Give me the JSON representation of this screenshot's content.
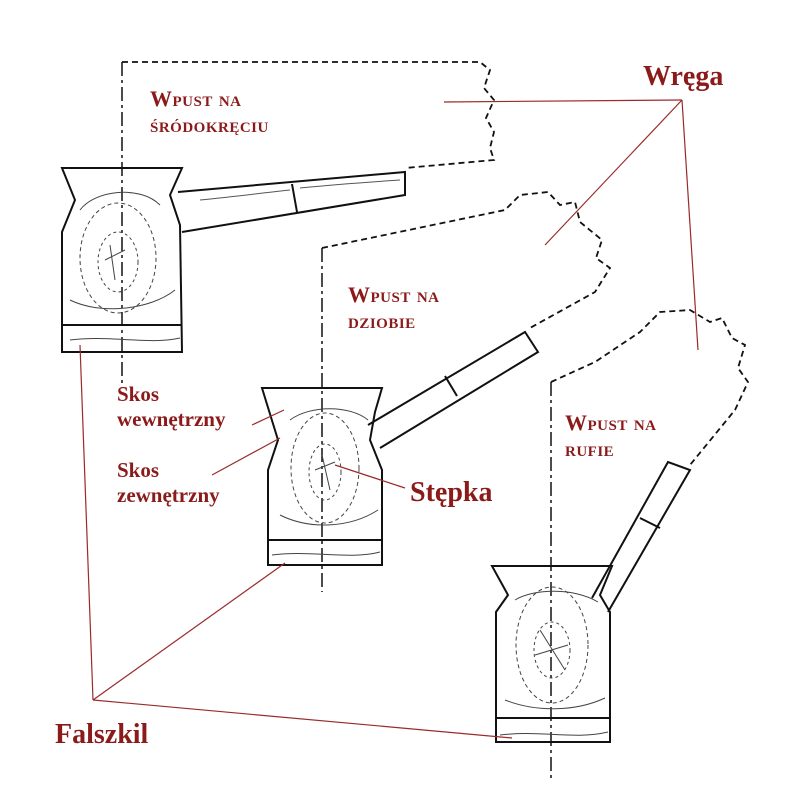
{
  "labels": {
    "wpust_srodkreciu": [
      "Wpust na",
      "śródokręciu"
    ],
    "wpust_dziobie": [
      "Wpust na",
      "dziobie"
    ],
    "wpust_rufie": [
      "Wpust na",
      "rufie"
    ],
    "wrega": "Wręga",
    "skos_wewnetrzny": [
      "Skos",
      "wewnętrzny"
    ],
    "skos_zewnetrzny": [
      "Skos",
      "zewnętrzny"
    ],
    "stepka": "Stępka",
    "falszkil": "Falszkil"
  },
  "colors": {
    "label": "#8b1a1a",
    "leader": "#9b2a2a",
    "ink": "#111111"
  }
}
